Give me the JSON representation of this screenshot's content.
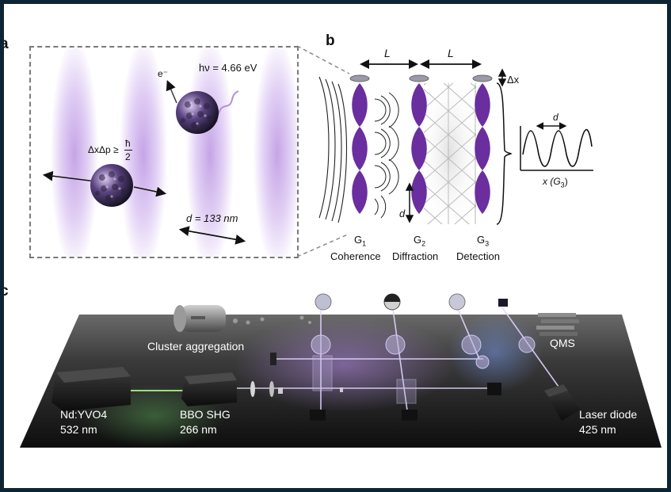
{
  "panel_a": {
    "letter": "a",
    "photon_label": "hν = 4.66 eV",
    "electron_label": "e⁻",
    "uncertainty_label": "ΔxΔp ≥ ħ/2",
    "uncertainty_lhs": "ΔxΔp ≥",
    "uncertainty_num": "ħ",
    "uncertainty_den": "2",
    "period_label": "d = 133 nm"
  },
  "panel_b": {
    "letter": "b",
    "spacing_label_1": "L",
    "spacing_label_2": "L",
    "offset_label": "Δx",
    "period_label": "d",
    "grating_period_label": "d",
    "gratings": [
      {
        "name": "G",
        "sub": "1",
        "role": "Coherence"
      },
      {
        "name": "G",
        "sub": "2",
        "role": "Diffraction"
      },
      {
        "name": "G",
        "sub": "3",
        "role": "Detection"
      }
    ],
    "axis_label": "x (G",
    "axis_sub": "3",
    "axis_close": ")"
  },
  "panel_c": {
    "letter": "c",
    "labels": {
      "cluster": "Cluster aggregation",
      "qms": "QMS",
      "laser_nd": "Nd:YVO4",
      "laser_nd_wl": "532 nm",
      "shg": "BBO SHG",
      "shg_wl": "266 nm",
      "diode": "Laser diode",
      "diode_wl": "425 nm"
    }
  },
  "colors": {
    "grating_purple": "#6a2e9e",
    "standing_wave": "#a070d8",
    "background_frame": "#0d2533"
  }
}
